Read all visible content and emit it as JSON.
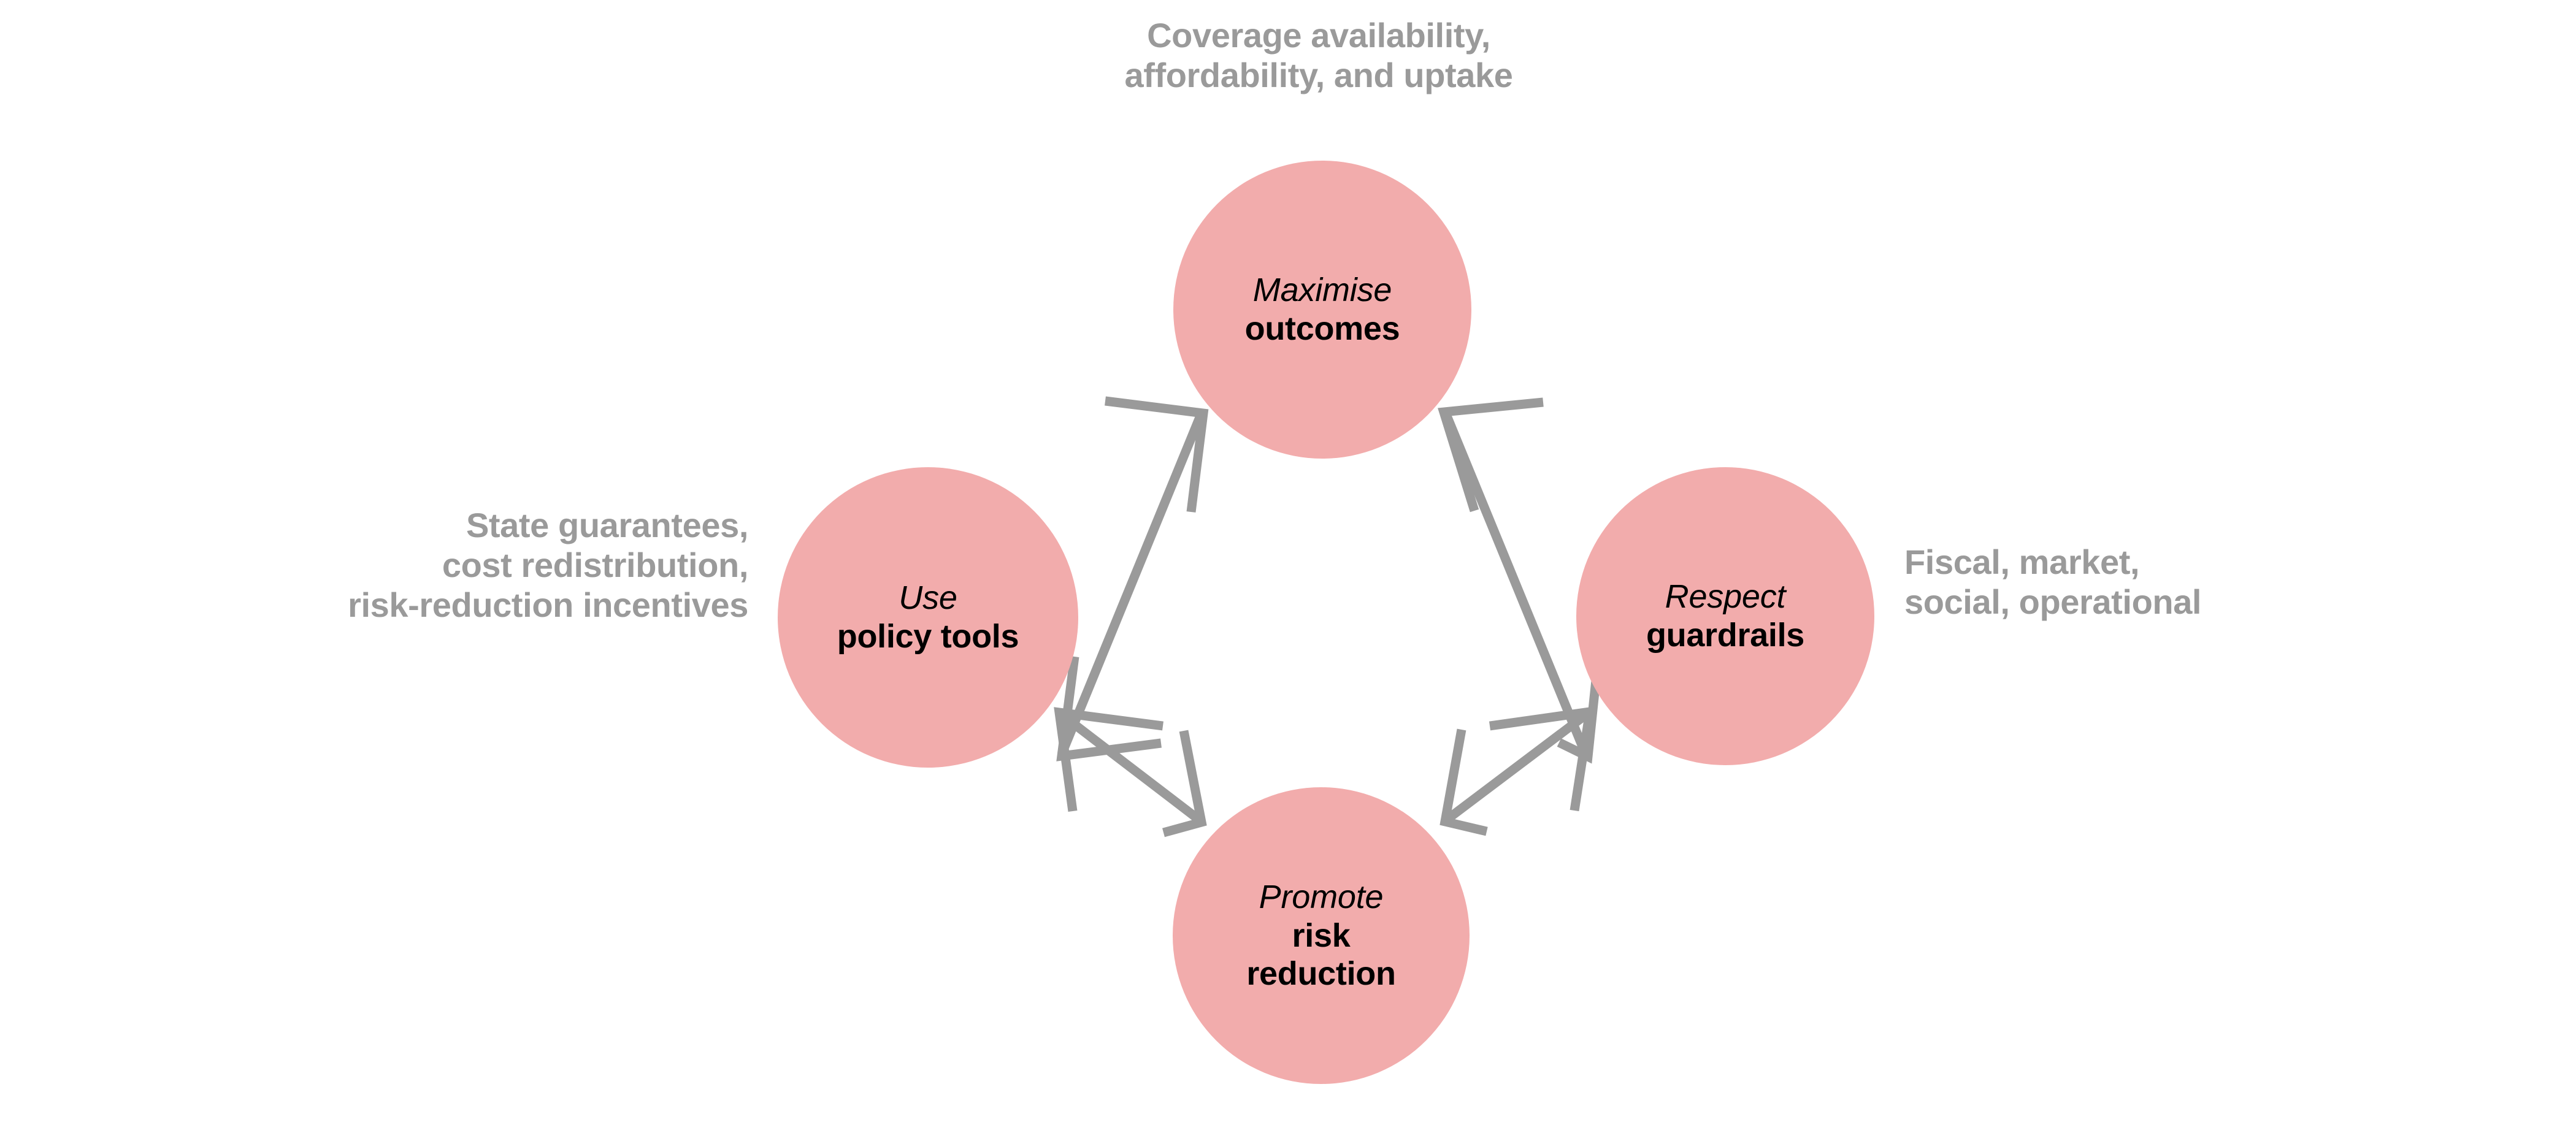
{
  "diagram": {
    "title_text_color": "#9a9a9a",
    "node_fill_color": "#f2acac",
    "arrow_color": "#9a9a9a",
    "background_color": "#ffffff",
    "nodes": [
      {
        "id": "top",
        "verb": "Maximise",
        "object": "outcomes"
      },
      {
        "id": "left",
        "verb": "Use",
        "object": "policy tools"
      },
      {
        "id": "right",
        "verb": "Respect",
        "object": "guardrails"
      },
      {
        "id": "bottom",
        "verb": "Promote",
        "object": "risk\nreduction"
      }
    ],
    "captions": {
      "top": "Coverage availability,\naffordability, and uptake",
      "left": "State guarantees,\ncost redistribution,\nrisk-reduction incentives",
      "right": "Fiscal, market,\nsocial, operational"
    },
    "connectors": [
      {
        "id": "left-top",
        "from": "left",
        "to": "top",
        "style": "double-headed-arrow"
      },
      {
        "id": "top-right",
        "from": "top",
        "to": "right",
        "style": "double-headed-arrow"
      },
      {
        "id": "left-bottom",
        "from": "left",
        "to": "bottom",
        "style": "double-headed-arrow"
      },
      {
        "id": "bottom-right",
        "from": "bottom",
        "to": "right",
        "style": "double-headed-arrow"
      }
    ]
  }
}
